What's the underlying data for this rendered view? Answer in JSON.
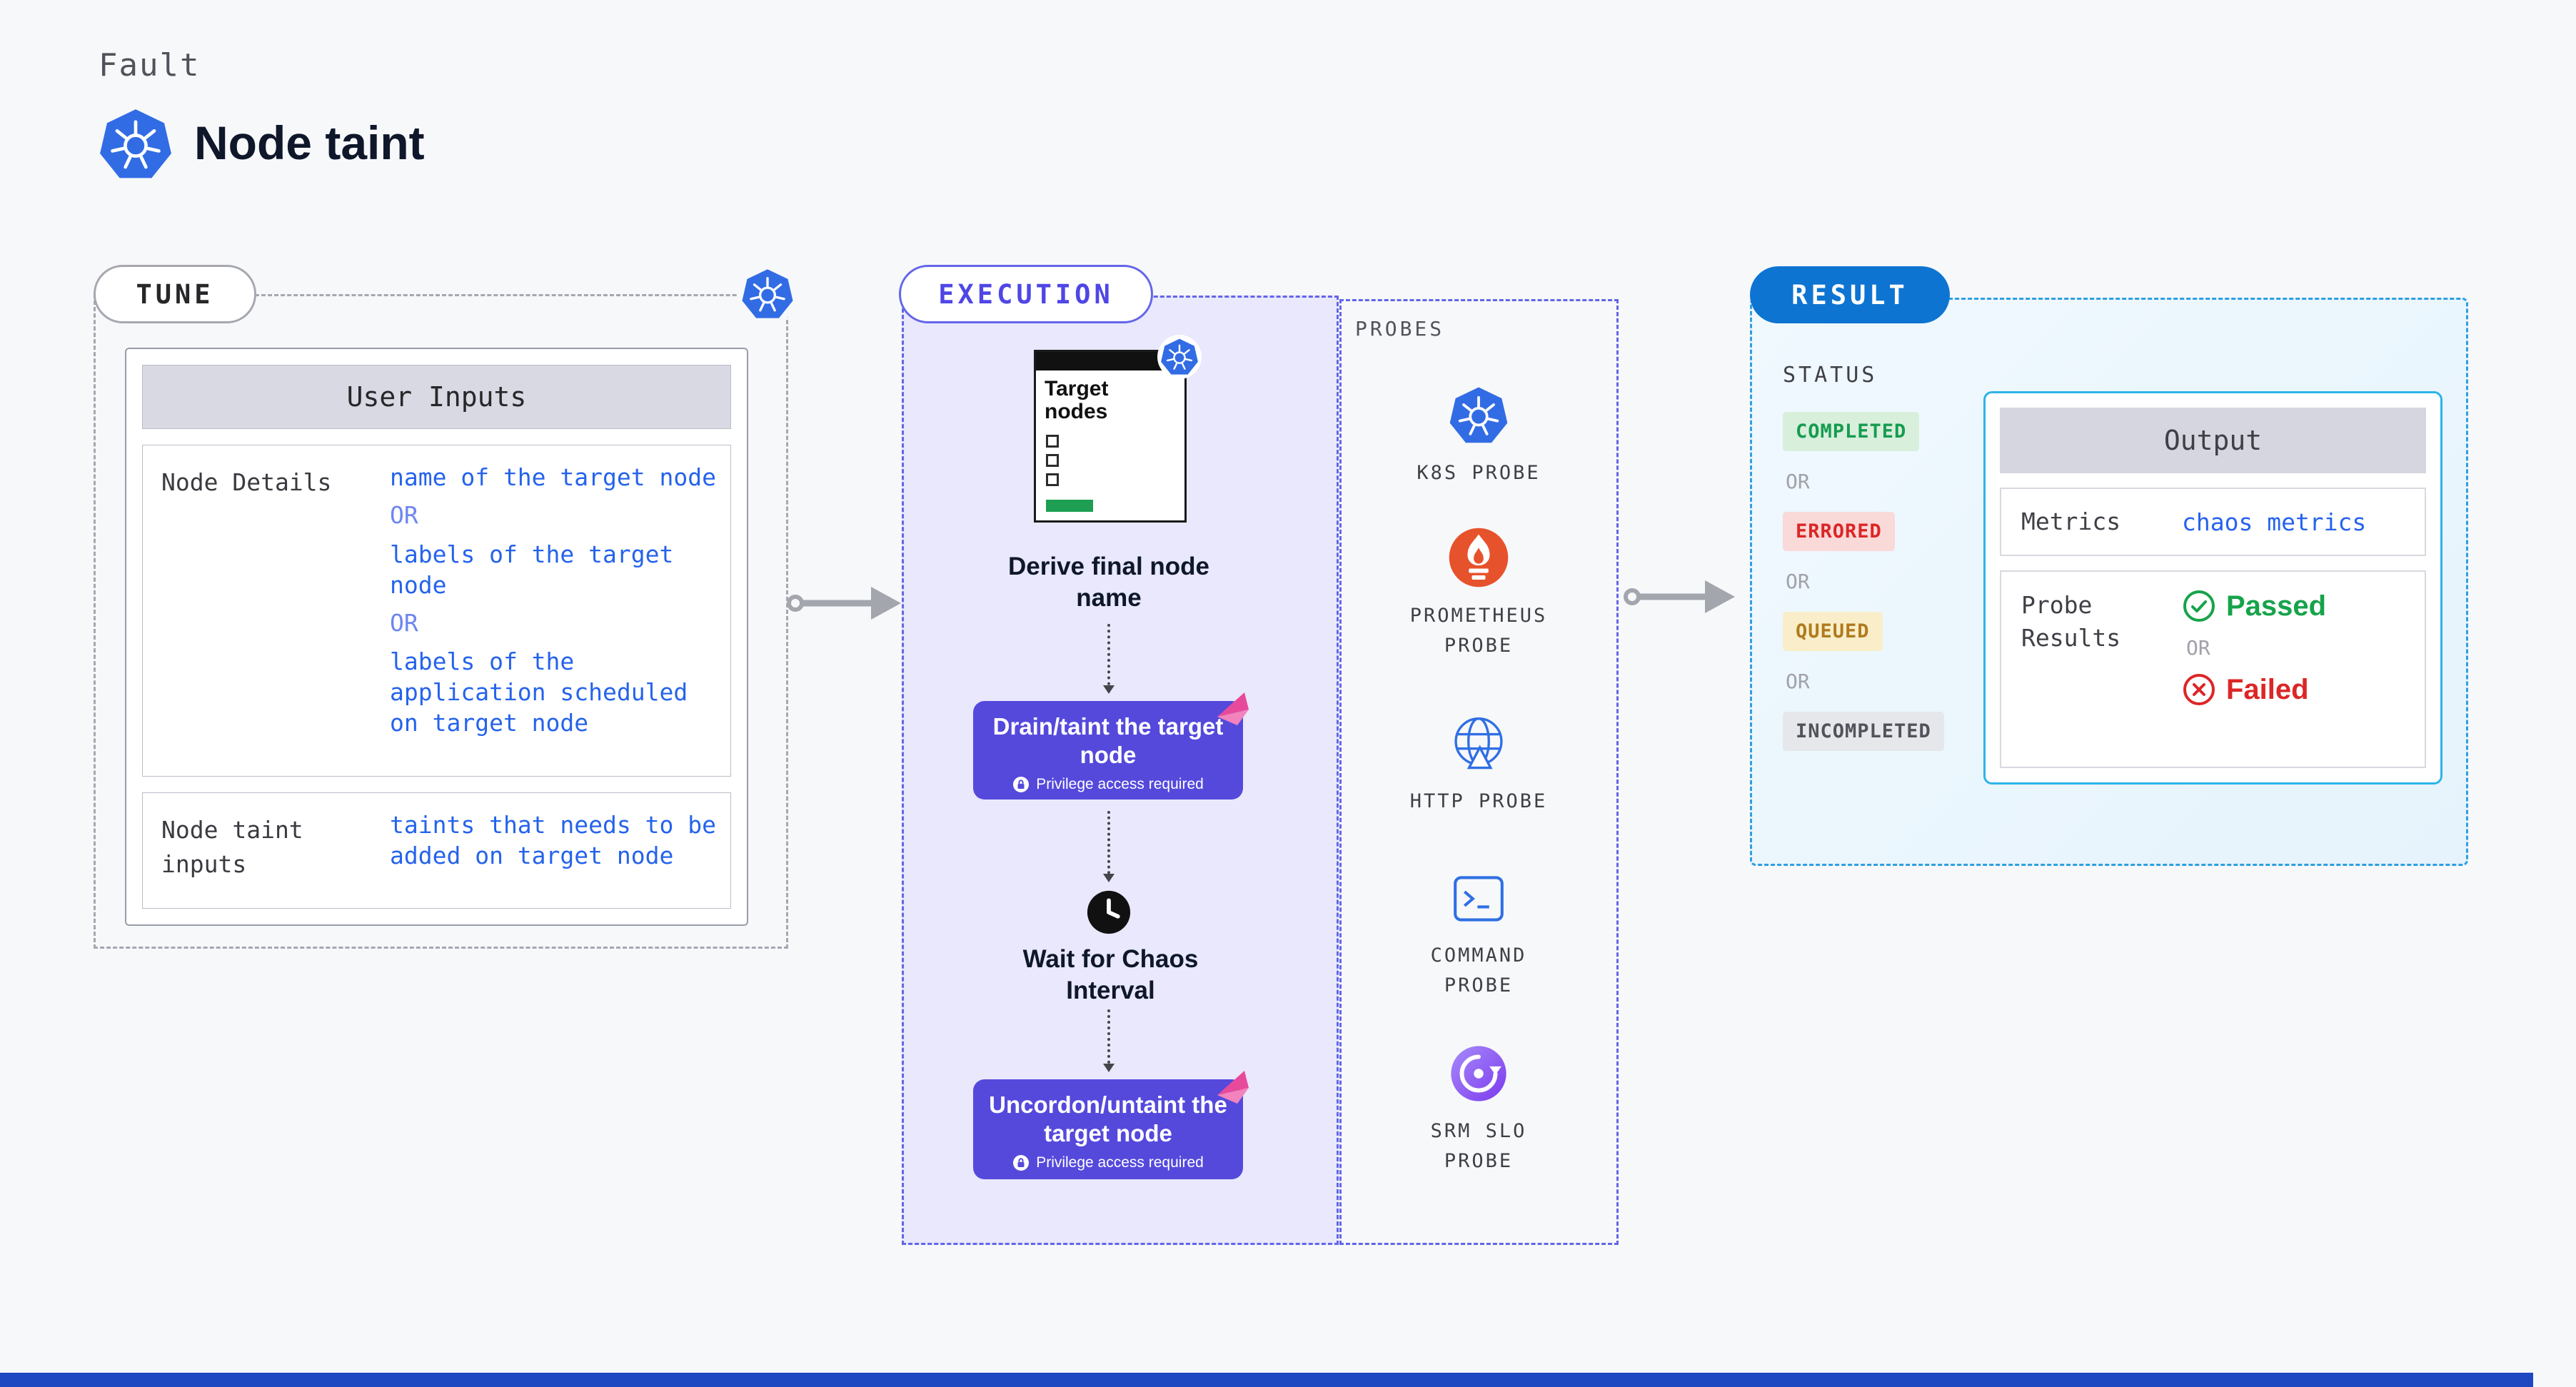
{
  "page": {
    "kicker": "Fault",
    "title": "Node taint"
  },
  "colors": {
    "value_text": "#2563eb",
    "or_text_tune": "#6e86f0",
    "execution_accent": "#4f46e5",
    "action_button": "#5549dc",
    "result_accent": "#0e74d1",
    "output_border": "#2cb4e8",
    "status_completed": "#169c4f",
    "status_errored": "#dc2626",
    "status_queued": "#b07b1e",
    "status_incompleted": "#52525b",
    "kubernetes_blue": "#326ce5",
    "prometheus_orange": "#e6522c",
    "progress_green": "#1d9e53"
  },
  "tune": {
    "label": "TUNE",
    "card_title": "User Inputs",
    "node_details": {
      "label": "Node Details",
      "value1": "name of the target node",
      "or1": "OR",
      "value2": "labels of the target node",
      "or2": "OR",
      "value3": "labels of the application scheduled on target node"
    },
    "taint_inputs": {
      "label": "Node taint inputs",
      "value": "taints that needs to be added on target node"
    }
  },
  "execution": {
    "label": "EXECUTION",
    "target_card_title": "Target nodes",
    "derive_caption": "Derive final node name",
    "action1_title": "Drain/taint the target node",
    "action1_note": "Privilege access required",
    "wait_caption": "Wait for Chaos Interval",
    "action2_title": "Uncordon/untaint the target node",
    "action2_note": "Privilege access required"
  },
  "probes": {
    "label": "PROBES",
    "items": [
      {
        "name": "K8S PROBE",
        "icon": "kubernetes-icon"
      },
      {
        "name": "PROMETHEUS PROBE",
        "icon": "prometheus-icon"
      },
      {
        "name": "HTTP PROBE",
        "icon": "globe-icon"
      },
      {
        "name": "COMMAND PROBE",
        "icon": "terminal-icon"
      },
      {
        "name": "SRM SLO PROBE",
        "icon": "srm-slo-icon"
      }
    ]
  },
  "result": {
    "label": "RESULT",
    "status_label": "STATUS",
    "or": "OR",
    "statuses": [
      {
        "text": "COMPLETED",
        "variant": "success"
      },
      {
        "text": "ERRORED",
        "variant": "error"
      },
      {
        "text": "QUEUED",
        "variant": "warning"
      },
      {
        "text": "INCOMPLETED",
        "variant": "neutral"
      }
    ],
    "output": {
      "title": "Output",
      "metrics_label": "Metrics",
      "metrics_value": "chaos metrics",
      "probe_results_label": "Probe Results",
      "passed": "Passed",
      "or": "OR",
      "failed": "Failed"
    }
  }
}
